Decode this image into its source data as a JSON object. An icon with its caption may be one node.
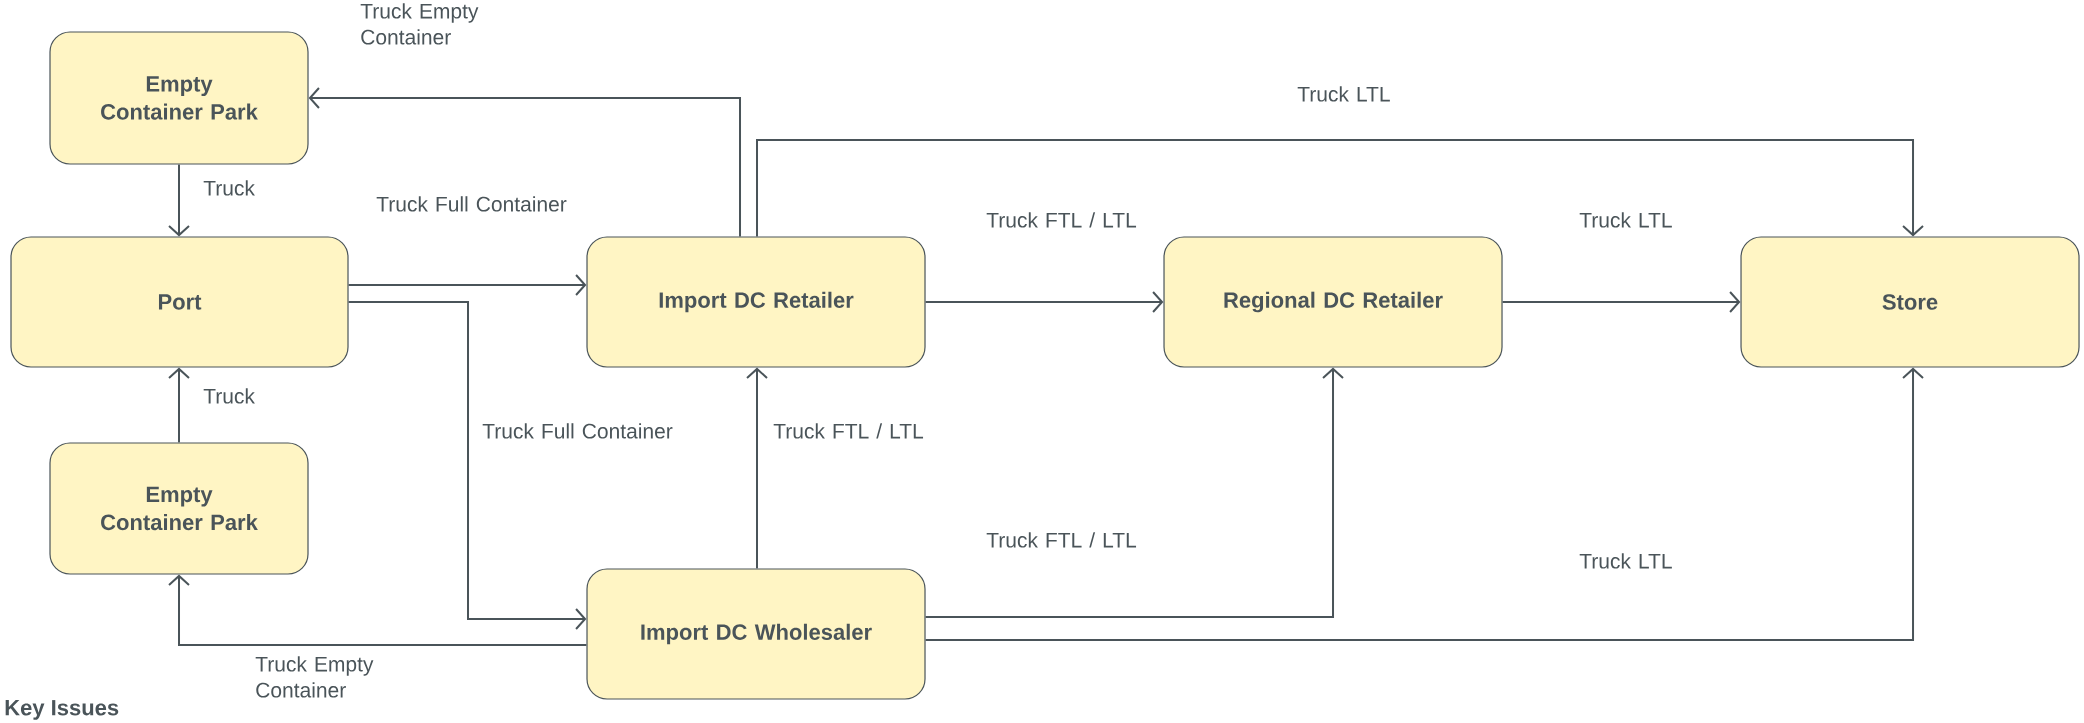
{
  "diagram": {
    "nodes": [
      {
        "text": [
          "Empty Container Park"
        ]
      },
      {
        "text": [
          "Port"
        ]
      },
      {
        "text": [
          "Empty Container Park"
        ]
      },
      {
        "text": [
          "Import DC Retailer"
        ]
      },
      {
        "text": [
          "Regional DC Retailer"
        ]
      },
      {
        "text": [
          "Store"
        ]
      },
      {
        "text": [
          "Import DC Wholesaler"
        ]
      }
    ],
    "edges": [
      {
        "from": 3,
        "to": 0,
        "arrow": "to",
        "label": "Truck Empty Container"
      },
      {
        "from": 0,
        "to": 1,
        "arrow": "to",
        "label": "Truck"
      },
      {
        "from": 2,
        "to": 1,
        "arrow": "to",
        "label": "Truck"
      },
      {
        "from": 1,
        "to": 3,
        "arrow": "to",
        "label": "Truck Full Container"
      },
      {
        "from": 1,
        "to": 6,
        "arrow": "to",
        "label": "Truck Full Container"
      },
      {
        "from": 6,
        "to": 3,
        "arrow": "to",
        "label": "Truck FTL / LTL"
      },
      {
        "from": 6,
        "to": 2,
        "arrow": "to",
        "label": "Truck Empty Container"
      },
      {
        "from": 3,
        "to": 4,
        "arrow": "to",
        "label": "Truck FTL / LTL"
      },
      {
        "from": 3,
        "to": 5,
        "arrow": "to",
        "label": "Truck LTL"
      },
      {
        "from": 4,
        "to": 5,
        "arrow": "to",
        "label": "Truck LTL"
      },
      {
        "from": 6,
        "to": 4,
        "arrow": "to",
        "label": "Truck FTL / LTL"
      },
      {
        "from": 6,
        "to": 5,
        "arrow": "to",
        "label": "Truck LTL"
      }
    ],
    "labels": [
      "Key Issues"
    ]
  }
}
